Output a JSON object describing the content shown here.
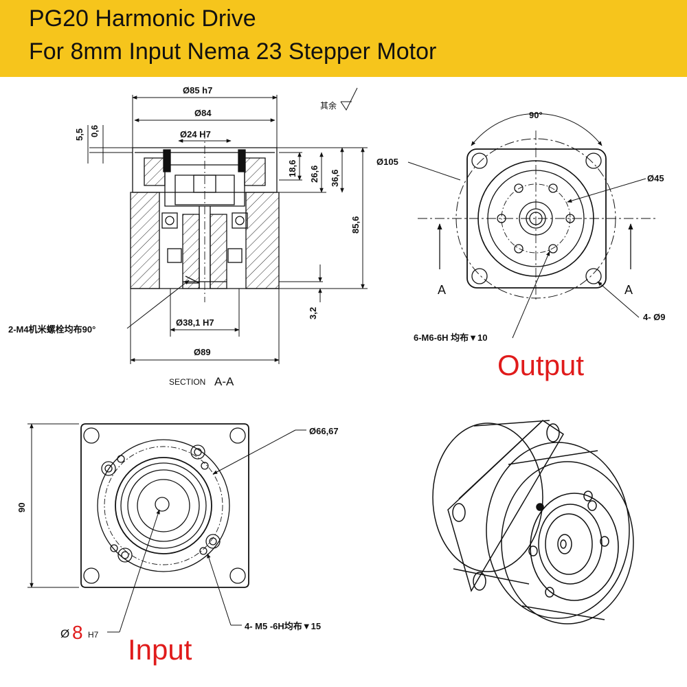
{
  "header": {
    "line1": "PG20 Harmonic Drive",
    "line2": "For 8mm Input  Nema 23 Stepper Motor"
  },
  "section": {
    "dim_outer_top": "Ø85  h7",
    "dim_84": "Ø84",
    "dim_24": "Ø24  H7",
    "dim_5_5": "5,5",
    "dim_0_6": "0,6",
    "dim_18_6": "18,6",
    "dim_26_6": "26,6",
    "dim_36_6": "36,6",
    "dim_85_6": "85,6",
    "dim_3_2": "3,2",
    "dim_38_1": "Ø38,1  H7",
    "dim_89": "Ø89",
    "bolt_note": "2-M4机米螺栓均布90°",
    "roughness": "其余",
    "caption_small": "SECTION",
    "caption_big": "A-A"
  },
  "output_view": {
    "angle": "90°",
    "dim_105": "Ø105",
    "dim_45": "Ø45",
    "holes_4": "4-  Ø9",
    "holes_6": "6-M6-6H  均布▼10",
    "section_a_left": "A",
    "section_a_right": "A",
    "label": "Output"
  },
  "input_view": {
    "dim_90": "90",
    "dim_66": "Ø66,67",
    "bore_symbol": "Ø",
    "bore_value": "8",
    "bore_fit": "H7",
    "holes_note": "4-  M5  -6H均布▼15",
    "label": "Input"
  },
  "colors": {
    "banner": "#f6c51c",
    "accent_red": "#e01b1b"
  }
}
